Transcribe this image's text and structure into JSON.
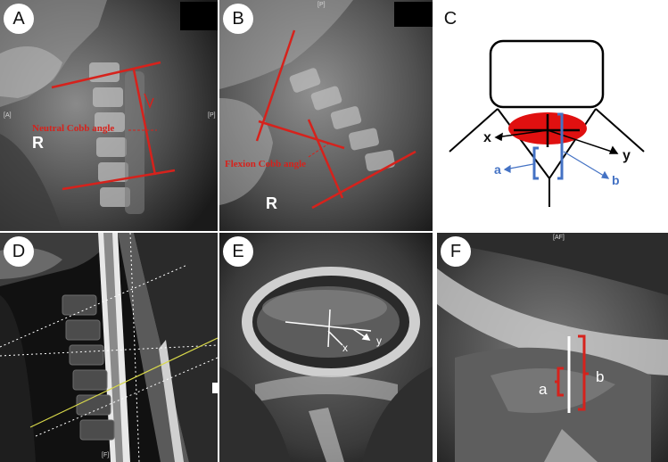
{
  "panels": {
    "a": {
      "label": "A",
      "angle_label": "Neutral Cobb angle",
      "side_marker": "R",
      "edge_marks": [
        "[A]",
        "[P]"
      ]
    },
    "b": {
      "label": "B",
      "angle_label": "Flexion Cobb angle",
      "side_marker": "R",
      "edge_marks": [
        "[P]"
      ]
    },
    "c": {
      "label": "C",
      "axis_x": "x",
      "axis_y": "y",
      "measure_a": "a",
      "measure_b": "b"
    },
    "d": {
      "label": "D",
      "bottom_mark": "[F]"
    },
    "e": {
      "label": "E",
      "axis_x": "x",
      "axis_y": "y"
    },
    "f": {
      "label": "F",
      "top_mark": "[AF]",
      "measure_a": "a",
      "measure_b": "b"
    }
  },
  "colors": {
    "annotation_red": "#d6221c",
    "diagram_blue": "#4472c4",
    "diagram_ellipse": "#e01010",
    "mri_overlay": "#ffffff",
    "mri_line_yellow": "#d9d94a"
  }
}
